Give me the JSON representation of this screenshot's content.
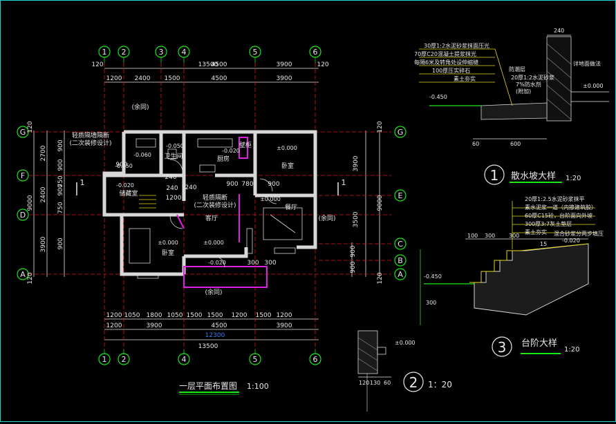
{
  "plan": {
    "title": "一层平面布置图",
    "scale": "1:100",
    "axes_top": [
      "1",
      "2",
      "3",
      "4",
      "5",
      "6"
    ],
    "axes_bottom": [
      "1",
      "2",
      "4",
      "5",
      "6"
    ],
    "axes_left": [
      "G",
      "F",
      "D",
      "A"
    ],
    "axes_right": [
      "G",
      "E",
      "C",
      "B",
      "A"
    ],
    "dims_top_overall": "13500",
    "dims_top_mid": [
      "120",
      "4500",
      "3900",
      "120"
    ],
    "dims_top_detail": [
      "1200",
      "2400",
      "1500",
      "4500",
      "3900"
    ],
    "dims_bottom_detail": [
      "1200",
      "1050",
      "1800",
      "1050",
      "1500",
      "1500",
      "1200",
      "1500",
      "1200"
    ],
    "dims_bottom_mid": [
      "1200",
      "3900",
      "4500",
      "3900"
    ],
    "dims_bottom_overall": "13500",
    "dims_bottom_extra": "12300",
    "dims_left_outer": [
      "120",
      "9000",
      "120"
    ],
    "dims_left_mid": [
      "2700",
      "2400",
      "3900"
    ],
    "dims_left_inner": [
      "900",
      "900",
      "750",
      "900",
      "750",
      "900"
    ],
    "dims_right_outer": [
      "120",
      "9000",
      "120"
    ],
    "dims_right_mid": [
      "3900",
      "3500"
    ],
    "dims_right_inner": [
      "900",
      "900"
    ],
    "rooms": {
      "wc": "卫生间",
      "kitchen": "厨房",
      "living": "客厅",
      "dining": "餐厅",
      "bed1": "卧室",
      "bed2": "卧室",
      "stair": "储藏室",
      "closet": "壁柜"
    },
    "notes": {
      "partition1": "轻质隔墙隔断",
      "partition1b": "(二次装修设计)",
      "partition2": "轻质隔断",
      "partition2b": "(二次装修设计)",
      "cancel1": "(余同)",
      "cancel2": "(余同)",
      "cancel3": "(余同)"
    },
    "elevations": [
      "-0.050",
      "-0.020",
      "-0.020",
      "-0.020",
      "±0.000",
      "±0.000",
      "±0.000",
      "±0.000",
      "-0.060",
      "-0.050"
    ],
    "misc": [
      "900",
      "1200",
      "240",
      "240",
      "780",
      "900",
      "300",
      "300",
      "900",
      "240"
    ],
    "section_mark": "1"
  },
  "detail1": {
    "number": "1",
    "title": "散水坡大样",
    "scale": "1:20",
    "layers": [
      "30厚1:2水泥砂浆抹面压光",
      "70厚C20混凝土提浆抹光",
      "每隔6米及转角处设伸缩缝",
      "100厚压实碎石",
      "素土夯实"
    ],
    "right_notes": [
      "防潮层",
      "20厚1:2水泥砂浆",
      "7%防水剂",
      "(附加)",
      "详地面做法"
    ],
    "dims": [
      "240",
      "600",
      "60"
    ],
    "elevation_low": "-0.450",
    "elevation_high": "±0.000"
  },
  "detail2": {
    "number": "2",
    "scale": "1：20",
    "dims": [
      "120",
      "130",
      "60"
    ],
    "elevation": "±0.000"
  },
  "detail3": {
    "number": "3",
    "title": "台阶大样",
    "scale": "1:20",
    "layers": [
      "20厚1:2.5水泥砂浆抹平",
      "素水泥浆一道（内掺建筑胶）",
      "60厚C15砼，台阶面向外坡",
      "300厚3:7灰土垫层",
      "素土夯实"
    ],
    "side_note": "混合砂浆分两步填压",
    "dims": [
      "100",
      "300",
      "300",
      "300",
      "15"
    ],
    "elevation_low": "-0.450",
    "elevation_high": "-0.020"
  }
}
